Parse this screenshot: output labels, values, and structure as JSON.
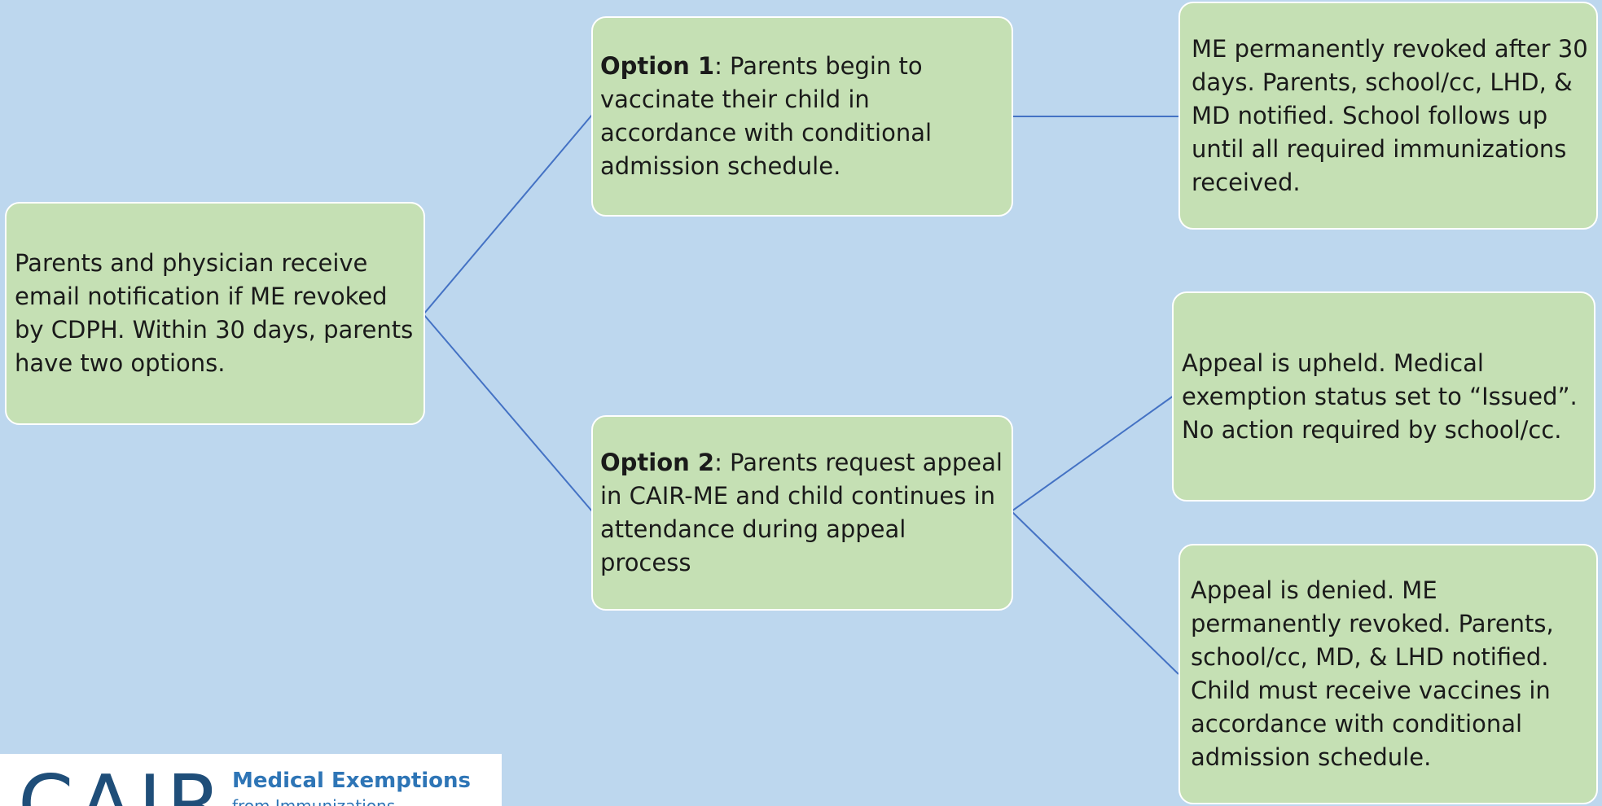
{
  "nodes": {
    "start": {
      "text": "Parents and physician receive email notification if ME revoked by CDPH.  Within 30 days, parents have two options."
    },
    "option1": {
      "label": "Option 1",
      "text": ": Parents begin to vaccinate their child in accordance with conditional admission schedule."
    },
    "option2": {
      "label": "Option 2",
      "text": ":  Parents request appeal in CAIR-ME and child continues in attendance during appeal process"
    },
    "revoked": {
      "text": "ME permanently revoked after 30 days.  Parents, school/cc, LHD, & MD notified.  School follows up until all required immunizations received."
    },
    "upheld": {
      "text": "Appeal is upheld. Medical exemption status set to “Issued”.  No action required by school/cc."
    },
    "denied": {
      "text": "Appeal is denied. ME permanently revoked.  Parents, school/cc, MD, & LHD notified.  Child must receive vaccines in accordance with conditional admission schedule."
    }
  },
  "logo": {
    "wordmark": "CAIR",
    "tagline": "Medical Exemptions",
    "subtagline": "from Immunizations"
  },
  "colors": {
    "background": "#bdd7ee",
    "box_fill": "#c5e0b4",
    "connector": "#4472c4"
  }
}
